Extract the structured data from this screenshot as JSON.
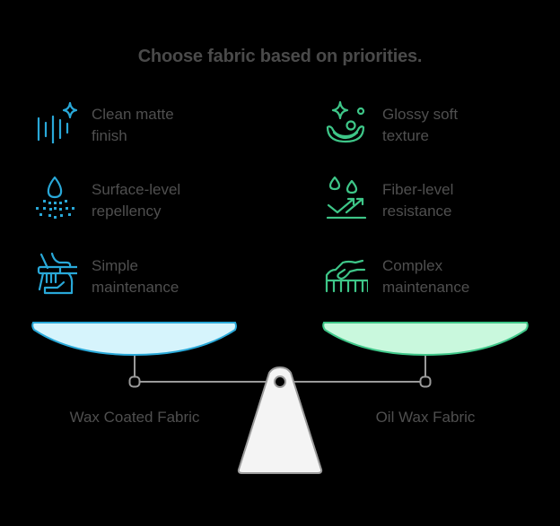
{
  "title": "Choose fabric based on priorities.",
  "colors": {
    "background": "#000000",
    "text": "#4f4f4f",
    "left_accent": "#29a8d8",
    "left_fill": "#d6f4fc",
    "right_accent": "#3ec688",
    "right_fill": "#c9f8dd",
    "fulcrum_fill": "#f4f4f4",
    "fulcrum_stroke": "#9a9a9a",
    "beam": "#9a9a9a"
  },
  "left": {
    "name": "Wax Coated Fabric",
    "items": [
      {
        "icon": "sparkle-lines-icon",
        "line1": "Clean matte",
        "line2": "finish"
      },
      {
        "icon": "water-drop-spray-icon",
        "line1": "Surface-level",
        "line2": "repellency"
      },
      {
        "icon": "brush-cleaning-icon",
        "line1": "Simple",
        "line2": "maintenance"
      }
    ]
  },
  "right": {
    "name": "Oil Wax Fabric",
    "items": [
      {
        "icon": "glossy-sparkle-icon",
        "line1": "Glossy soft",
        "line2": "texture"
      },
      {
        "icon": "drops-arrows-icon",
        "line1": "Fiber-level",
        "line2": "resistance"
      },
      {
        "icon": "hand-comb-icon",
        "line1": "Complex",
        "line2": "maintenance"
      }
    ]
  }
}
